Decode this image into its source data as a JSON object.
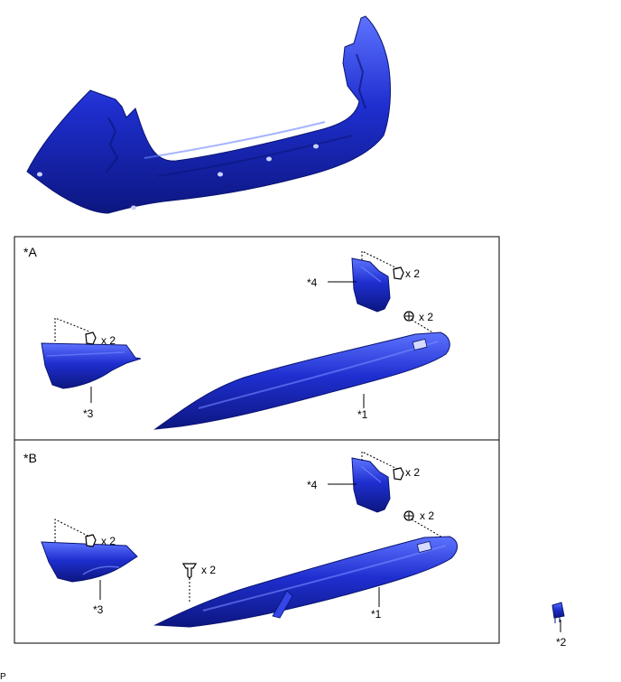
{
  "panels": [
    {
      "id": "A",
      "label": "*A",
      "callouts": {
        "part1": "*1",
        "part3": "*3",
        "part4": "*4",
        "clip_qty_part3": "x 2",
        "clip_qty_part4": "x 2",
        "screw_qty_part1": "x 2"
      }
    },
    {
      "id": "B",
      "label": "*B",
      "callouts": {
        "part1": "*1",
        "part3": "*3",
        "part4": "*4",
        "clip_qty_part3": "x 2",
        "clip_qty_part4": "x 2",
        "screw_qty_part1": "x 2",
        "pin_qty": "x 2"
      }
    }
  ],
  "part2_label": "*2",
  "footer_mark": "P",
  "colors": {
    "part_blue": "#1f2fd0",
    "part_blue_light": "#5d73ff",
    "part_blue_dark": "#0c1680"
  }
}
